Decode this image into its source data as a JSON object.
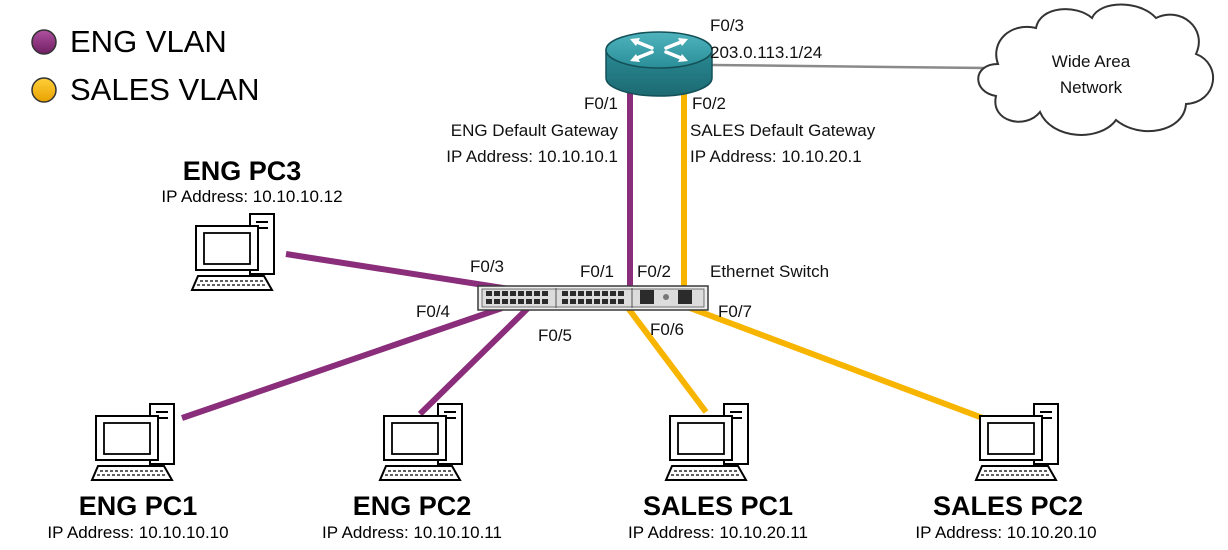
{
  "legend": [
    {
      "label": "ENG VLAN",
      "color": "#8a2d7a"
    },
    {
      "label": "SALES VLAN",
      "color": "#f7b500"
    }
  ],
  "colors": {
    "eng": "#8a2d7a",
    "sales": "#f7b500",
    "wan_link": "#8a8a8a",
    "router": "#2b8a93"
  },
  "router": {
    "icon": "router-icon",
    "wan_port": "F0/3",
    "wan_ip": "203.0.113.1/24",
    "eng_port": "F0/1",
    "eng_gateway": "ENG Default Gateway",
    "eng_ip": "IP Address: 10.10.10.1",
    "sales_port": "F0/2",
    "sales_gateway": "SALES Default Gateway",
    "sales_ip": "IP Address: 10.10.20.1"
  },
  "cloud": {
    "icon": "cloud-icon",
    "line1": "Wide Area",
    "line2": "Network"
  },
  "switch": {
    "icon": "switch-icon",
    "label": "Ethernet Switch",
    "ports": {
      "p1": "F0/1",
      "p2": "F0/2",
      "p3": "F0/3",
      "p4": "F0/4",
      "p5": "F0/5",
      "p6": "F0/6",
      "p7": "F0/7"
    }
  },
  "pcs": {
    "eng_pc3": {
      "name": "ENG PC3",
      "ip": "IP Address: 10.10.10.12",
      "vlan": "eng"
    },
    "eng_pc1": {
      "name": "ENG PC1",
      "ip": "IP Address: 10.10.10.10",
      "vlan": "eng"
    },
    "eng_pc2": {
      "name": "ENG PC2",
      "ip": "IP Address: 10.10.10.11",
      "vlan": "eng"
    },
    "sales_pc1": {
      "name": "SALES PC1",
      "ip": "IP Address: 10.10.20.11",
      "vlan": "sales"
    },
    "sales_pc2": {
      "name": "SALES PC2",
      "ip": "IP Address: 10.10.20.10",
      "vlan": "sales"
    }
  }
}
